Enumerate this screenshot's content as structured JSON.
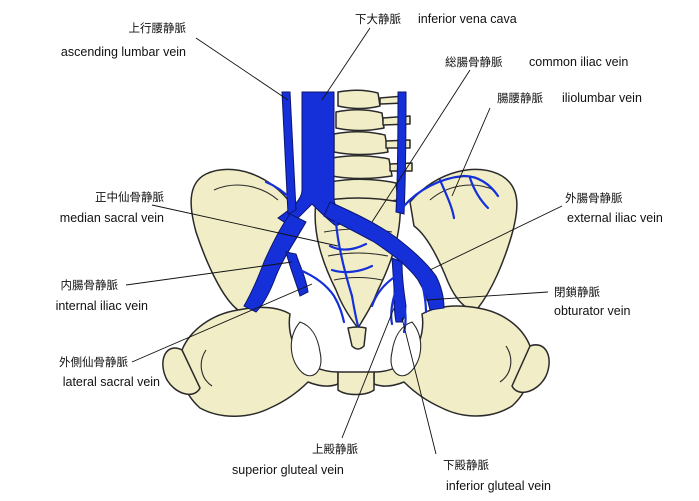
{
  "colors": {
    "bone": "#f1edc6",
    "bone_outline": "#2a2a2a",
    "vein": "#1530d8",
    "vein_outline": "#0b1670",
    "leader_line": "#111111",
    "background": "#ffffff"
  },
  "labels": {
    "ascending_lumbar": {
      "jp": "上行腰静脈",
      "en": "ascending lumbar vein"
    },
    "ivc": {
      "jp": "下大静脈",
      "en": "inferior vena cava"
    },
    "common_iliac": {
      "jp": "総腸骨静脈",
      "en": "common iliac vein"
    },
    "iliolumbar": {
      "jp": "腸腰静脈",
      "en": "iliolumbar vein"
    },
    "median_sacral": {
      "jp": "正中仙骨静脈",
      "en": "median sacral vein"
    },
    "external_iliac": {
      "jp": "外腸骨静脈",
      "en": "external iliac vein"
    },
    "internal_iliac": {
      "jp": "内腸骨静脈",
      "en": "internal iliac vein"
    },
    "obturator": {
      "jp": "閉鎖静脈",
      "en": "obturator vein"
    },
    "lateral_sacral": {
      "jp": "外側仙骨静脈",
      "en": "lateral sacral vein"
    },
    "superior_gluteal": {
      "jp": "上殿静脈",
      "en": "superior gluteal vein"
    },
    "inferior_gluteal": {
      "jp": "下殿静脈",
      "en": "inferior gluteal vein"
    }
  }
}
